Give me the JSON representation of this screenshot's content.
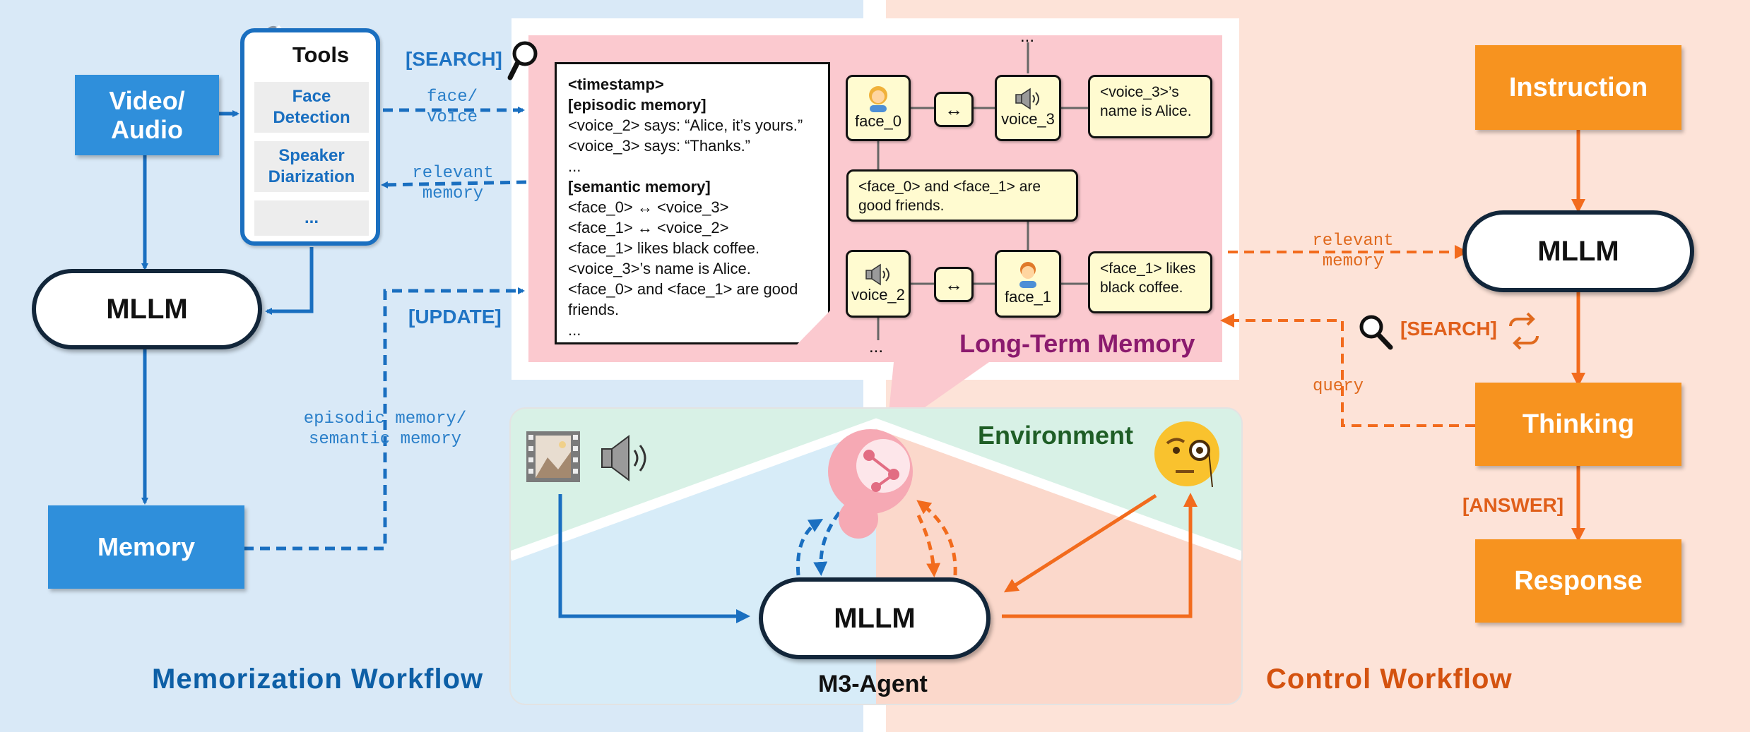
{
  "memorization": {
    "video_audio": "Video/\nAudio",
    "tools_title": "Tools",
    "tools": [
      "Face\nDetection",
      "Speaker\nDiarization",
      "..."
    ],
    "mllm": "MLLM",
    "memory": "Memory",
    "search_tag": "[SEARCH]",
    "face_voice": "face/\nvoice",
    "relevant_memory": "relevant\nmemory",
    "update_tag": "[UPDATE]",
    "episodic_semantic": "episodic memory/\nsemantic memory",
    "title": "Memorization Workflow"
  },
  "long_term_memory": {
    "title": "Long-Term Memory",
    "note_lines": [
      {
        "text": "<timestamp>",
        "bold": true
      },
      {
        "text": "[episodic memory]",
        "bold": true
      },
      {
        "text": "<voice_2> says: “Alice, it’s yours.”",
        "bold": false
      },
      {
        "text": "<voice_3> says: “Thanks.”",
        "bold": false
      },
      {
        "text": "...",
        "bold": false
      },
      {
        "text": "[semantic memory]",
        "bold": true
      },
      {
        "text": "<face_0> ↔ <voice_3>",
        "bold": false
      },
      {
        "text": "<face_1> ↔ <voice_2>",
        "bold": false
      },
      {
        "text": "<face_1> likes black coffee.",
        "bold": false
      },
      {
        "text": "<voice_3>’s name is Alice.",
        "bold": false
      },
      {
        "text": "<face_0> and <face_1> are good",
        "bold": false
      },
      {
        "text": "friends.",
        "bold": false
      },
      {
        "text": "...",
        "bold": false
      }
    ],
    "graph": {
      "face_0": "face_0",
      "voice_3": "voice_3",
      "voice_2": "voice_2",
      "face_1": "face_1",
      "link": "↔",
      "top_dots": "...",
      "bottom_dots": "...",
      "alice_name": "<voice_3>’s\nname is Alice.",
      "friends": "<face_0> and <face_1> are\ngood friends.",
      "coffee": "<face_1> likes\nblack coffee."
    }
  },
  "agent": {
    "environment": "Environment",
    "mllm": "MLLM",
    "name": "M3-Agent"
  },
  "control": {
    "instruction": "Instruction",
    "mllm": "MLLM",
    "thinking": "Thinking",
    "response": "Response",
    "relevant_memory": "relevant\nmemory",
    "search_tag": "[SEARCH]",
    "query": "query",
    "answer_tag": "[ANSWER]",
    "title": "Control Workflow"
  },
  "colors": {
    "blue_bg": "#d9e9f7",
    "orange_bg": "#fde3d8",
    "blue": "#2f8fdb",
    "dark_blue": "#1a6fc0",
    "orange": "#f7931f",
    "memory_panel": "#fbc9cf",
    "title_blue": "#0d5fa6",
    "title_orange": "#d4520f",
    "title_purple": "#8b1a6e",
    "env_green": "#1f5e26"
  },
  "icons": [
    "wrench-icon",
    "magnifier-icon",
    "film-icon",
    "speaker-icon",
    "brain-icon",
    "monocle-face-icon",
    "woman-icon",
    "man-icon",
    "repeat-icon"
  ]
}
